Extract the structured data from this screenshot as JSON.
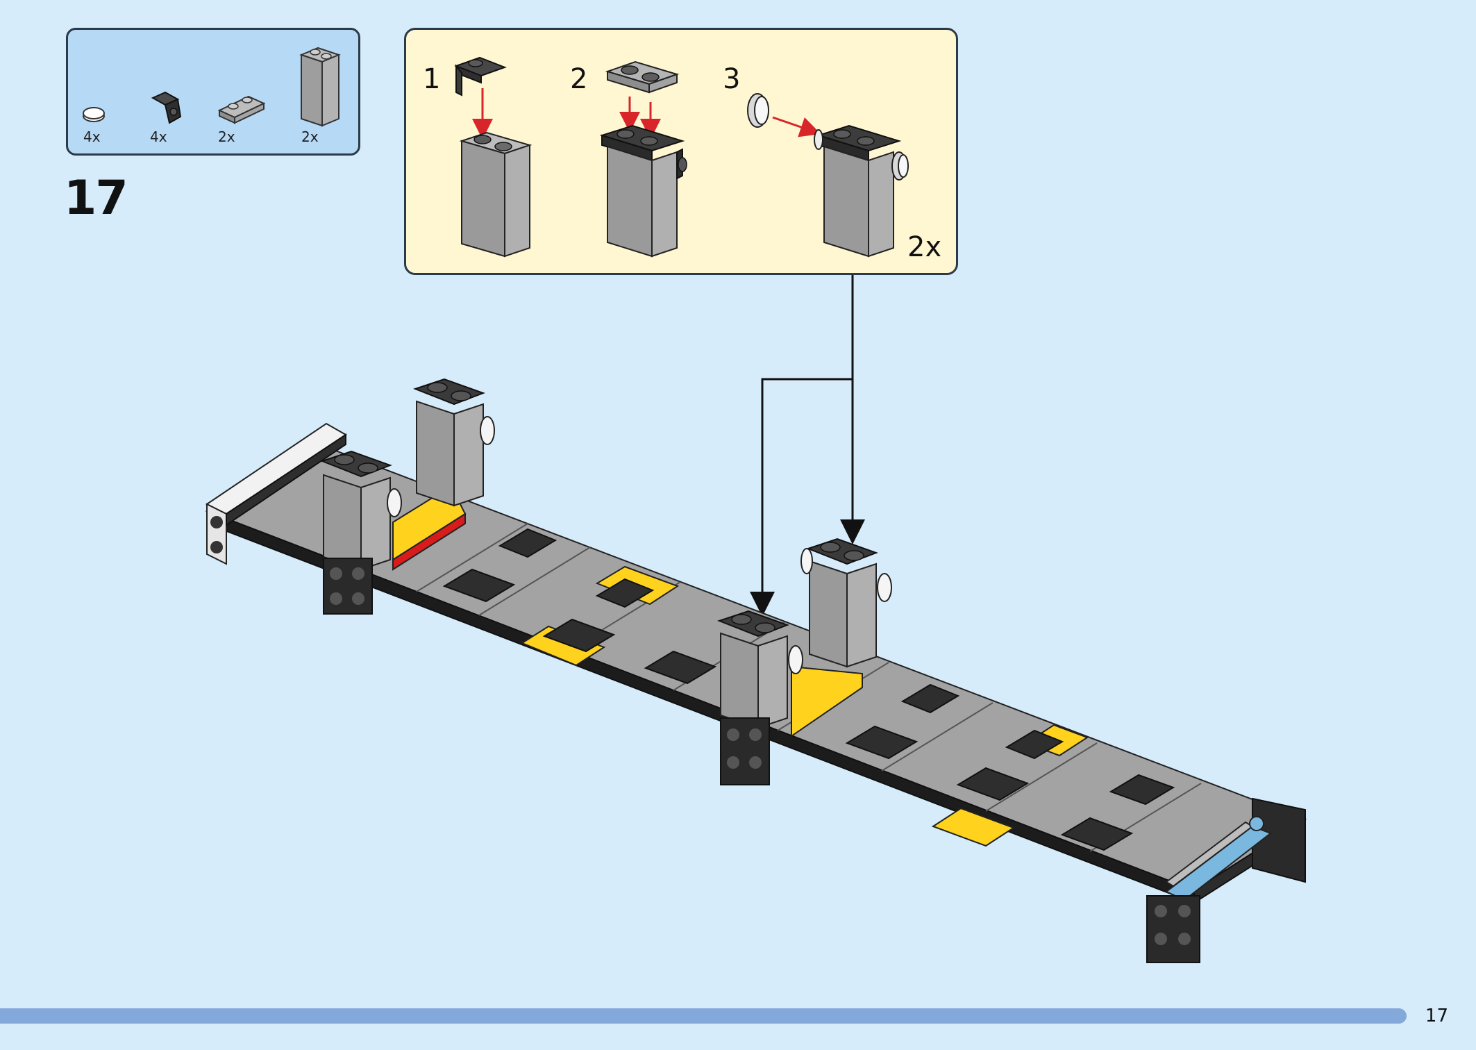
{
  "parts_list": {
    "items": [
      {
        "part": "round-tile-1x1-white",
        "qty": "4x"
      },
      {
        "part": "bracket-1x1-black",
        "qty": "4x"
      },
      {
        "part": "plate-1x2-gray",
        "qty": "2x"
      },
      {
        "part": "brick-1x2x3-gray",
        "qty": "2x"
      }
    ]
  },
  "step": {
    "number": "17"
  },
  "sub_assembly": {
    "steps": [
      "1",
      "2",
      "3"
    ],
    "multiplier": "2x"
  },
  "footer": {
    "page_number": "17"
  },
  "colors": {
    "background": "#d6ecfb",
    "parts_box": "#b6d9f6",
    "sub_box": "#fff6d2",
    "brick_gray": "#a3a3a3",
    "dark_gray": "#3a3a3a",
    "yellow": "#ffd21e",
    "red": "#d81c1c",
    "arrow_red": "#d8252a",
    "progress": "#82a9d9"
  }
}
